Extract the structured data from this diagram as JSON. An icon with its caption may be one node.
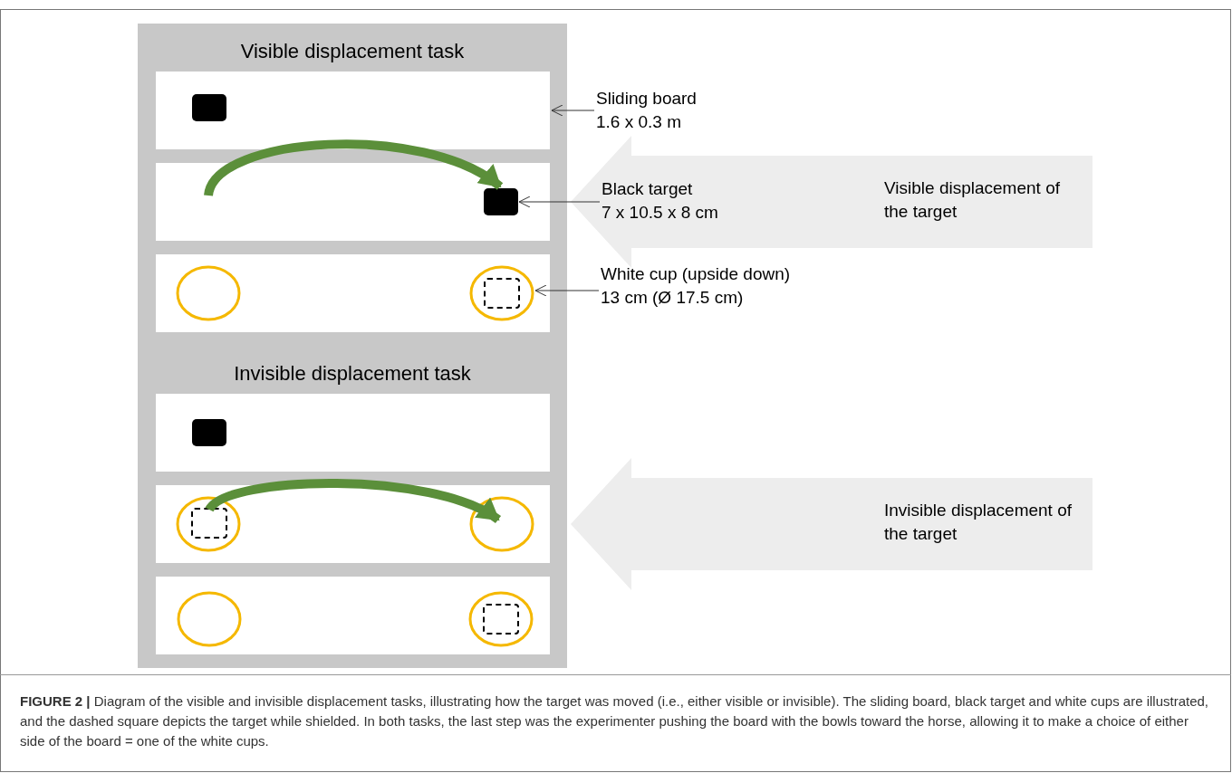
{
  "diagram": {
    "caption": "**FIGURE 2 |** Diagram of the visible and invisible displacement tasks, illustrating how the target was moved (i.e., either visible or invisible). The sliding board, black target and white cups are illustrated, and the dashed square depicts the target while shielded. In both tasks, the last step was the experimenter pushing the board with the bowls toward the horse, allowing it to make a choice of either side of the board = one of the white cups.",
    "nodes": [
      {
        "text": [
          "Visible displacement task",
          "Invisible displacement task"
        ]
      },
      {
        "text": [],
        "shape": "box",
        "in": 0
      },
      {
        "text": [],
        "shape": "box",
        "in": 0
      },
      {
        "text": [],
        "shape": "box",
        "in": 0
      },
      {
        "text": [],
        "shape": "box",
        "in": 0
      },
      {
        "text": [],
        "shape": "box",
        "in": 0
      },
      {
        "text": [],
        "shape": "box",
        "in": 0
      },
      {
        "text": [],
        "shape": "box",
        "in": 1
      },
      {
        "text": [],
        "shape": "box",
        "in": 2
      },
      {
        "text": [],
        "shape": "circle",
        "in": 3
      },
      {
        "text": [],
        "shape": "circle",
        "in": 3
      },
      {
        "text": [],
        "shape": "box",
        "in": 10
      },
      {
        "text": [],
        "shape": "box",
        "in": 4
      },
      {
        "text": [],
        "shape": "circle",
        "in": 5
      },
      {
        "text": [],
        "shape": "box",
        "in": 13
      },
      {
        "text": [],
        "shape": "circle",
        "in": 5
      },
      {
        "text": [],
        "shape": "circle",
        "in": 6
      },
      {
        "text": [],
        "shape": "circle",
        "in": 6
      },
      {
        "text": [],
        "shape": "box",
        "in": 17
      },
      {
        "text": [
          "Sliding board",
          "1.6 x 0.3 m"
        ]
      },
      {
        "text": [
          "Black target",
          "7 x 10.5 x 8 cm"
        ],
        "in": 22
      },
      {
        "text": [
          "White cup (upside down)",
          "13 cm (Ø 17.5 cm)"
        ]
      },
      {
        "text": [
          "Visible displacement of the target"
        ]
      },
      {
        "text": [
          "Invisible displacement of the target"
        ]
      }
    ],
    "edges": [
      {
        "from": null,
        "to": 8,
        "arrow": "to",
        "style": "thick",
        "color": "#5b8f3a"
      },
      {
        "from": 14,
        "to": 15,
        "arrow": "to",
        "style": "thick",
        "color": "#5b8f3a"
      },
      {
        "from": 19,
        "to": 1,
        "arrow": "to"
      },
      {
        "from": 20,
        "to": 8,
        "arrow": "to"
      },
      {
        "from": 21,
        "to": 10,
        "arrow": "to"
      }
    ]
  }
}
